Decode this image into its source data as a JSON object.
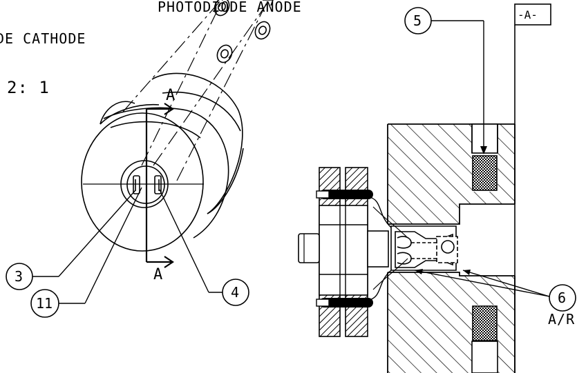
{
  "notes": {
    "anode_label": "PHOTODIODE ANODE",
    "cathode_label": "DE CATHODE",
    "scale_label": "2: 1",
    "partial_note": "A/R"
  },
  "section": {
    "top_letter": "A",
    "bottom_letter": "A"
  },
  "datum": {
    "label": "-A-"
  },
  "balloons": [
    {
      "id": "3",
      "text": "3"
    },
    {
      "id": "11",
      "text": "11"
    },
    {
      "id": "4",
      "text": "4"
    },
    {
      "id": "5",
      "text": "5"
    },
    {
      "id": "6",
      "text": "6"
    }
  ],
  "colors": {
    "line": "#000000",
    "background": "#ffffff"
  }
}
